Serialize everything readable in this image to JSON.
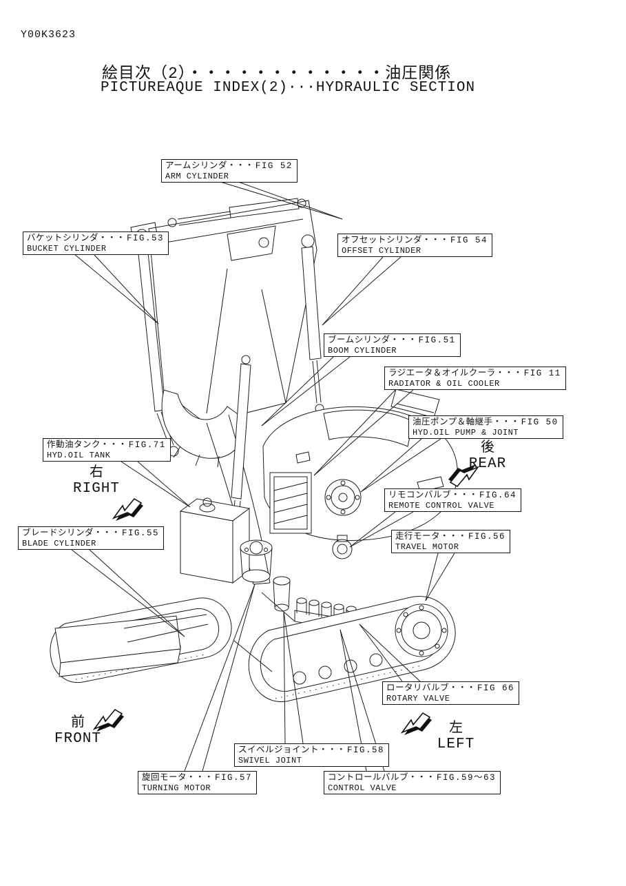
{
  "page": {
    "doc_code": "Y00K3623"
  },
  "title": {
    "ja": "絵目次（2）・・・・・・・・・・・・油圧関係",
    "en": "PICTUREAQUE INDEX(2)···HYDRAULIC SECTION"
  },
  "callouts": [
    {
      "id": "arm-cylinder",
      "ja": "アームシリンダ・・・",
      "fig": "FIG 52",
      "en": "ARM CYLINDER"
    },
    {
      "id": "bucket-cylinder",
      "ja": "バケットシリンダ・・・",
      "fig": "FIG.53",
      "en": "BUCKET CYLINDER"
    },
    {
      "id": "offset-cylinder",
      "ja": "オフセットシリンダ・・・",
      "fig": "FIG 54",
      "en": "OFFSET CYLINDER"
    },
    {
      "id": "boom-cylinder",
      "ja": "ブームシリンダ・・・",
      "fig": "FIG.51",
      "en": "BOOM CYLINDER"
    },
    {
      "id": "radiator-oil-cooler",
      "ja": "ラジエータ＆オイルクーラ・・・",
      "fig": "FIG 11",
      "en": "RADIATOR & OIL COOLER"
    },
    {
      "id": "hyd-oil-pump-joint",
      "ja": "油圧ポンプ＆軸継手・・・",
      "fig": "FIG 50",
      "en": "HYD.OIL PUMP & JOINT"
    },
    {
      "id": "hyd-oil-tank",
      "ja": "作動油タンク・・・",
      "fig": "FIG.71",
      "en": "HYD.OIL TANK"
    },
    {
      "id": "remote-control-valve",
      "ja": "リモコンバルブ・・・",
      "fig": "FIG.64",
      "en": "REMOTE CONTROL VALVE"
    },
    {
      "id": "travel-motor",
      "ja": "走行モータ・・・",
      "fig": "FIG.56",
      "en": "TRAVEL MOTOR"
    },
    {
      "id": "blade-cylinder",
      "ja": "ブレードシリンダ・・・",
      "fig": "FIG.55",
      "en": "BLADE CYLINDER"
    },
    {
      "id": "rotary-valve",
      "ja": "ロータリバルブ・・・",
      "fig": "FIG 66",
      "en": "ROTARY VALVE"
    },
    {
      "id": "swivel-joint",
      "ja": "スイベルジョイント・・・",
      "fig": "FIG.58",
      "en": "SWIVEL JOINT"
    },
    {
      "id": "turning-motor",
      "ja": "旋回モータ・・・",
      "fig": "FIG.57",
      "en": "TURNING MOTOR"
    },
    {
      "id": "control-valve",
      "ja": "コントロールバルブ・・・",
      "fig": "FIG.59～63",
      "en": "CONTROL VALVE"
    }
  ],
  "directions": {
    "right": {
      "ja": "右",
      "en": "RIGHT"
    },
    "rear": {
      "ja": "後",
      "en": "REAR"
    },
    "front": {
      "ja": "前",
      "en": "FRONT"
    },
    "left": {
      "ja": "左",
      "en": "LEFT"
    }
  },
  "colors": {
    "ink": "#1c1c1c",
    "background": "#ffffff"
  }
}
